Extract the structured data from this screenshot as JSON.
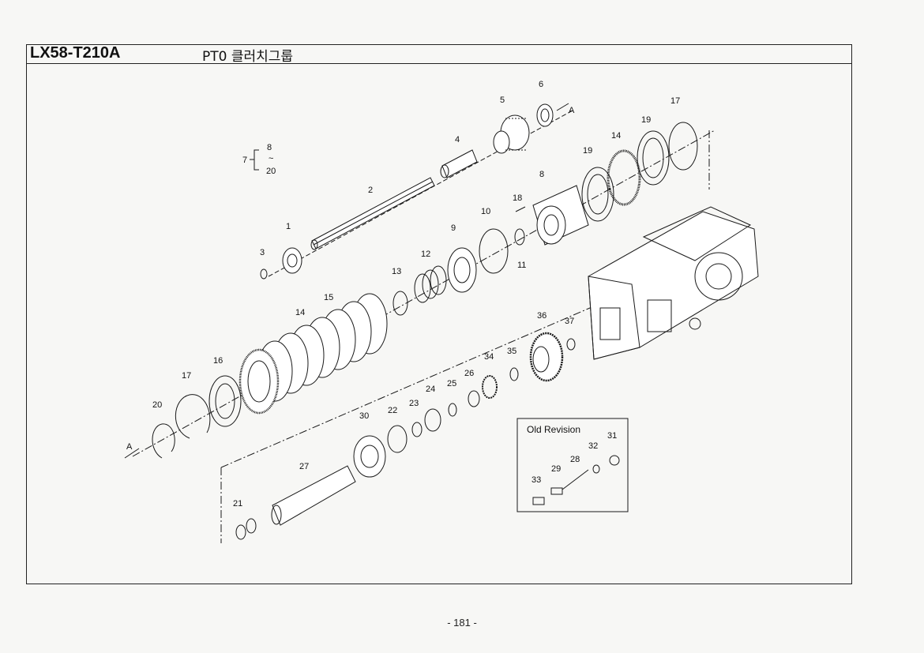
{
  "header": {
    "model": "LX58-T210A",
    "title": "PT0 클러치그룹"
  },
  "footer": {
    "page": "- 181 -"
  },
  "group_note": {
    "main": "7",
    "top": "8",
    "mid": "~",
    "bottom": "20"
  },
  "callouts": [
    "1",
    "2",
    "3",
    "4",
    "5",
    "6",
    "8",
    "9",
    "10",
    "11",
    "12",
    "13",
    "14",
    "15",
    "16",
    "17",
    "18",
    "19",
    "20",
    "21",
    "22",
    "23",
    "24",
    "25",
    "26",
    "27",
    "30",
    "34",
    "35",
    "36",
    "37",
    "19",
    "14",
    "17"
  ],
  "arrow_labels": {
    "a_top": "A",
    "a_left": "A"
  },
  "old_revision": {
    "title": "Old Revision",
    "callouts": [
      "31",
      "32",
      "28",
      "29",
      "33"
    ]
  },
  "colors": {
    "ink": "#1a1a1a",
    "paper": "#f7f7f5"
  }
}
